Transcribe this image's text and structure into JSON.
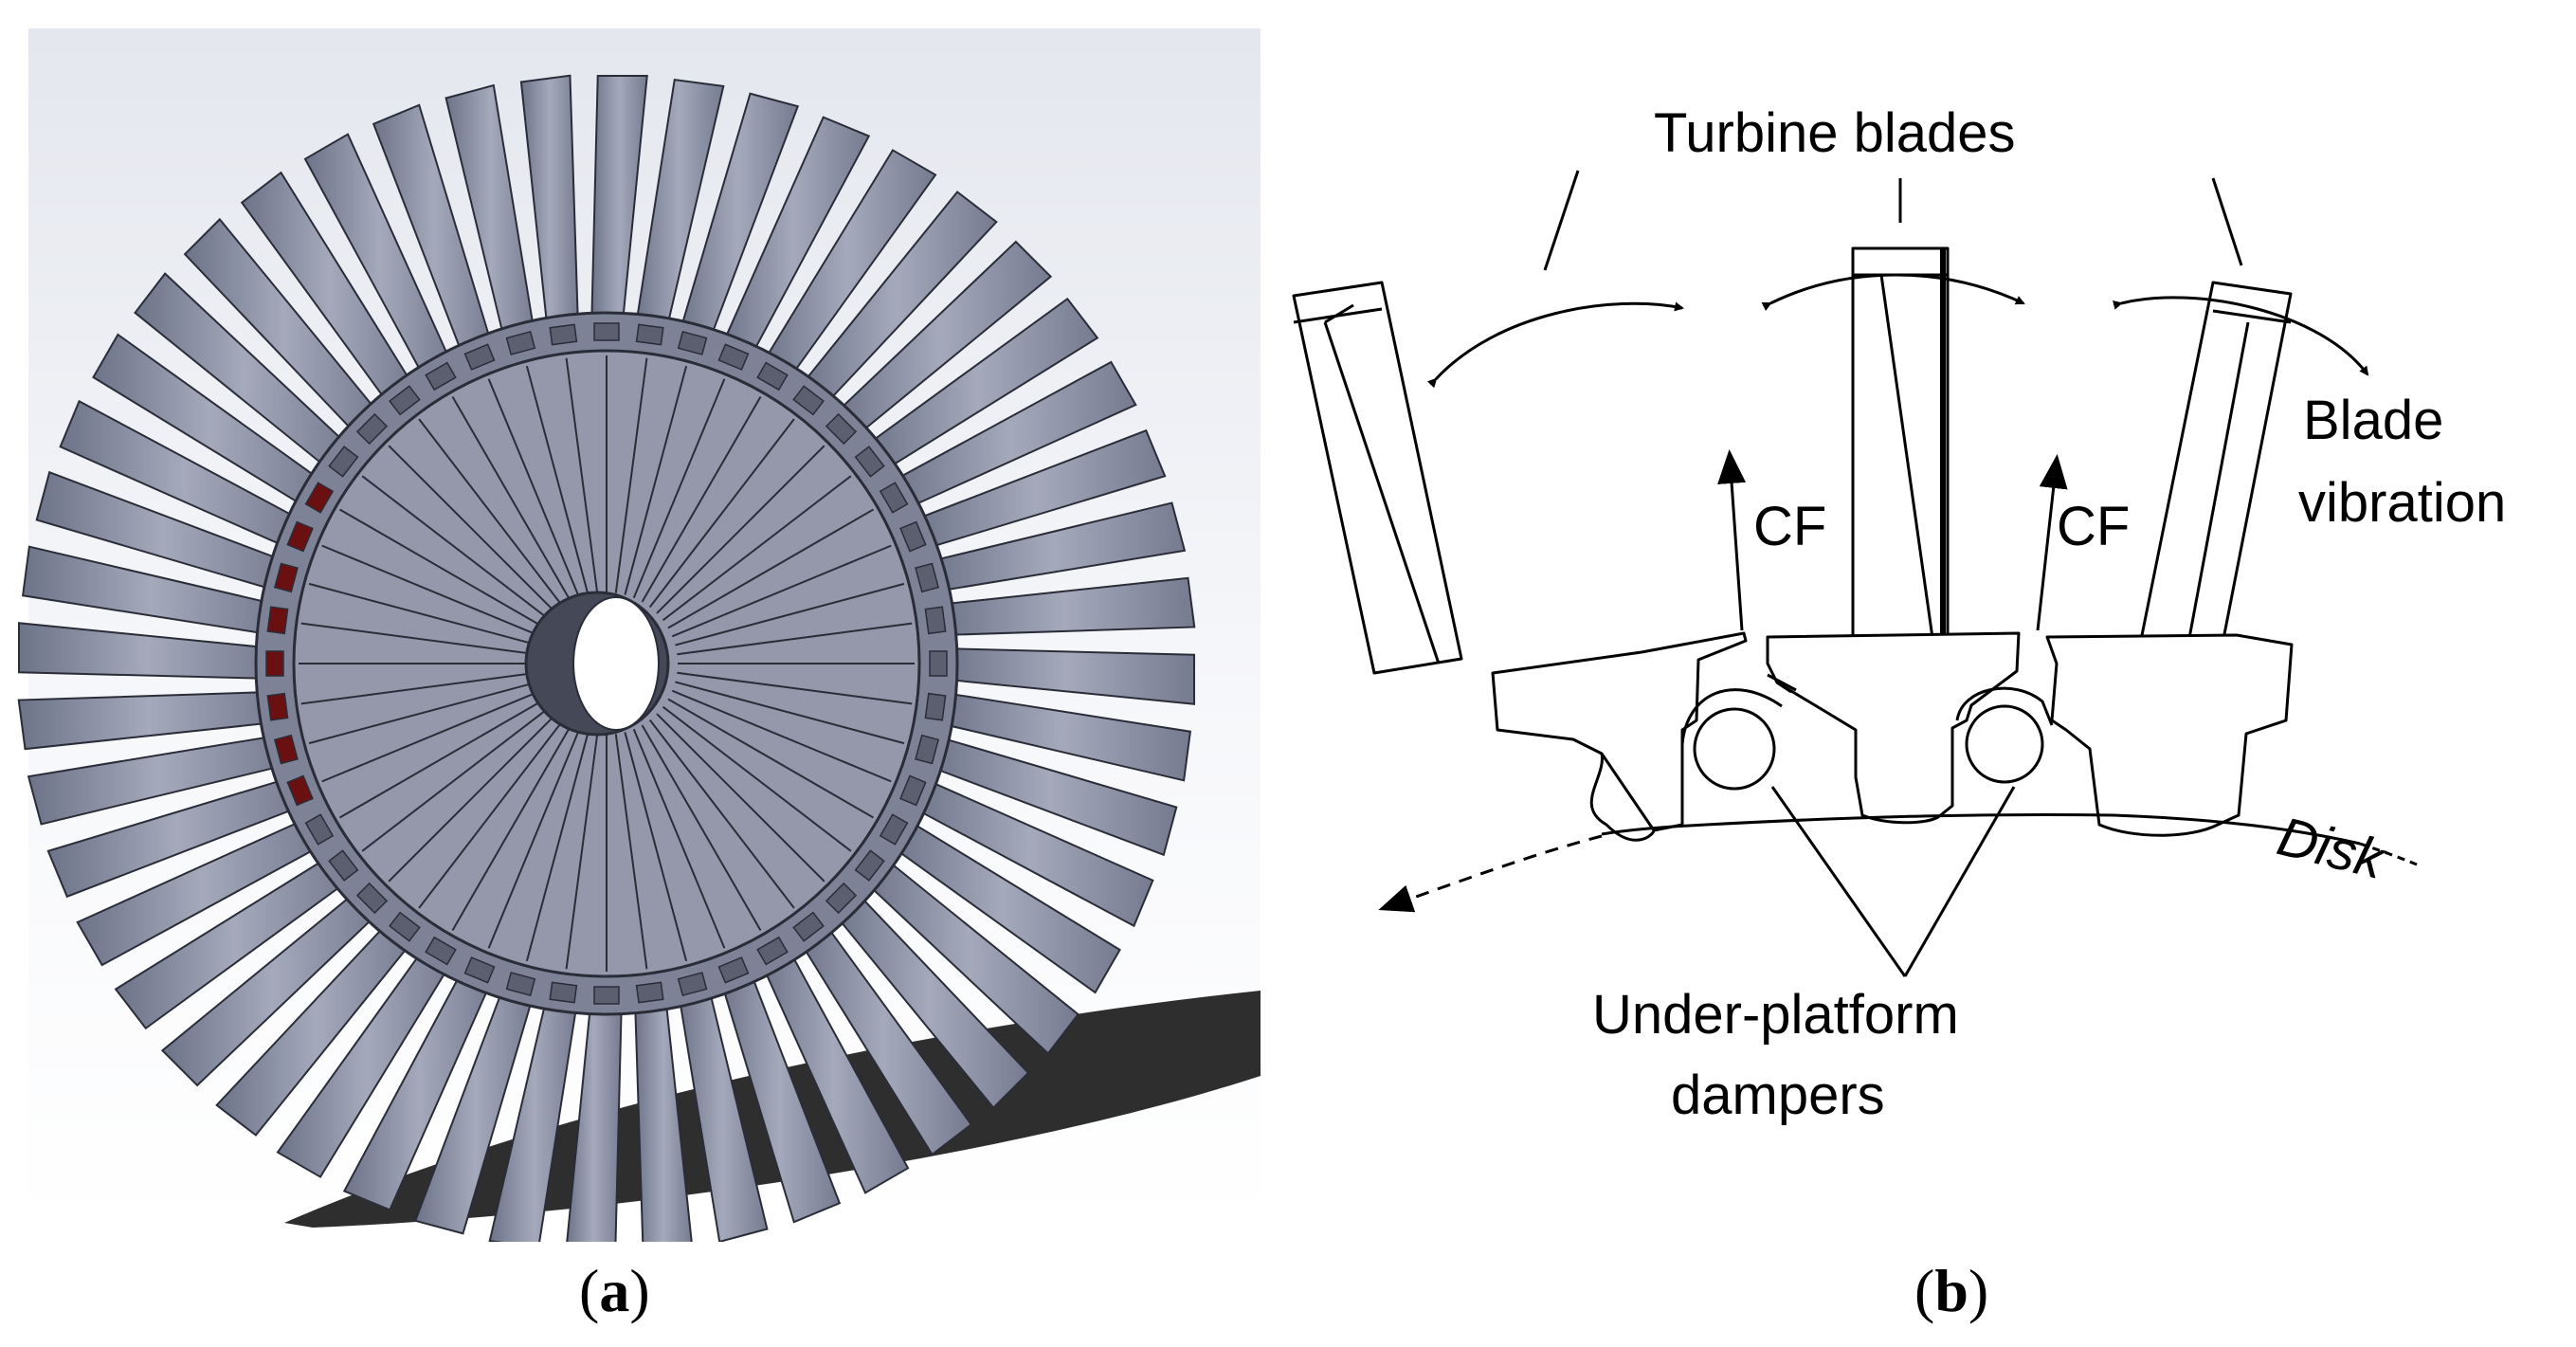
{
  "panels": [
    {
      "id": "a",
      "caption": "(a)",
      "letter": "a"
    },
    {
      "id": "b",
      "caption": "(b)",
      "letter": "b"
    }
  ],
  "labels": {
    "turbine_blades": "Turbine blades",
    "cf": "CF",
    "blade": "Blade",
    "vibration": "vibration",
    "disk": "Disk",
    "under_platform": "Under-platform",
    "dampers": "dampers"
  },
  "colors": {
    "blade_fill": "#8a90a4",
    "blade_edge": "#2a2d38",
    "disk_fill": "#7d8296",
    "background_top": "#e7eaf1",
    "shadow": "#1a1a1a",
    "slot_red": "#6a1010",
    "line": "#000000"
  },
  "wheel": {
    "blade_count": 48,
    "ring_slot_count": 48
  }
}
